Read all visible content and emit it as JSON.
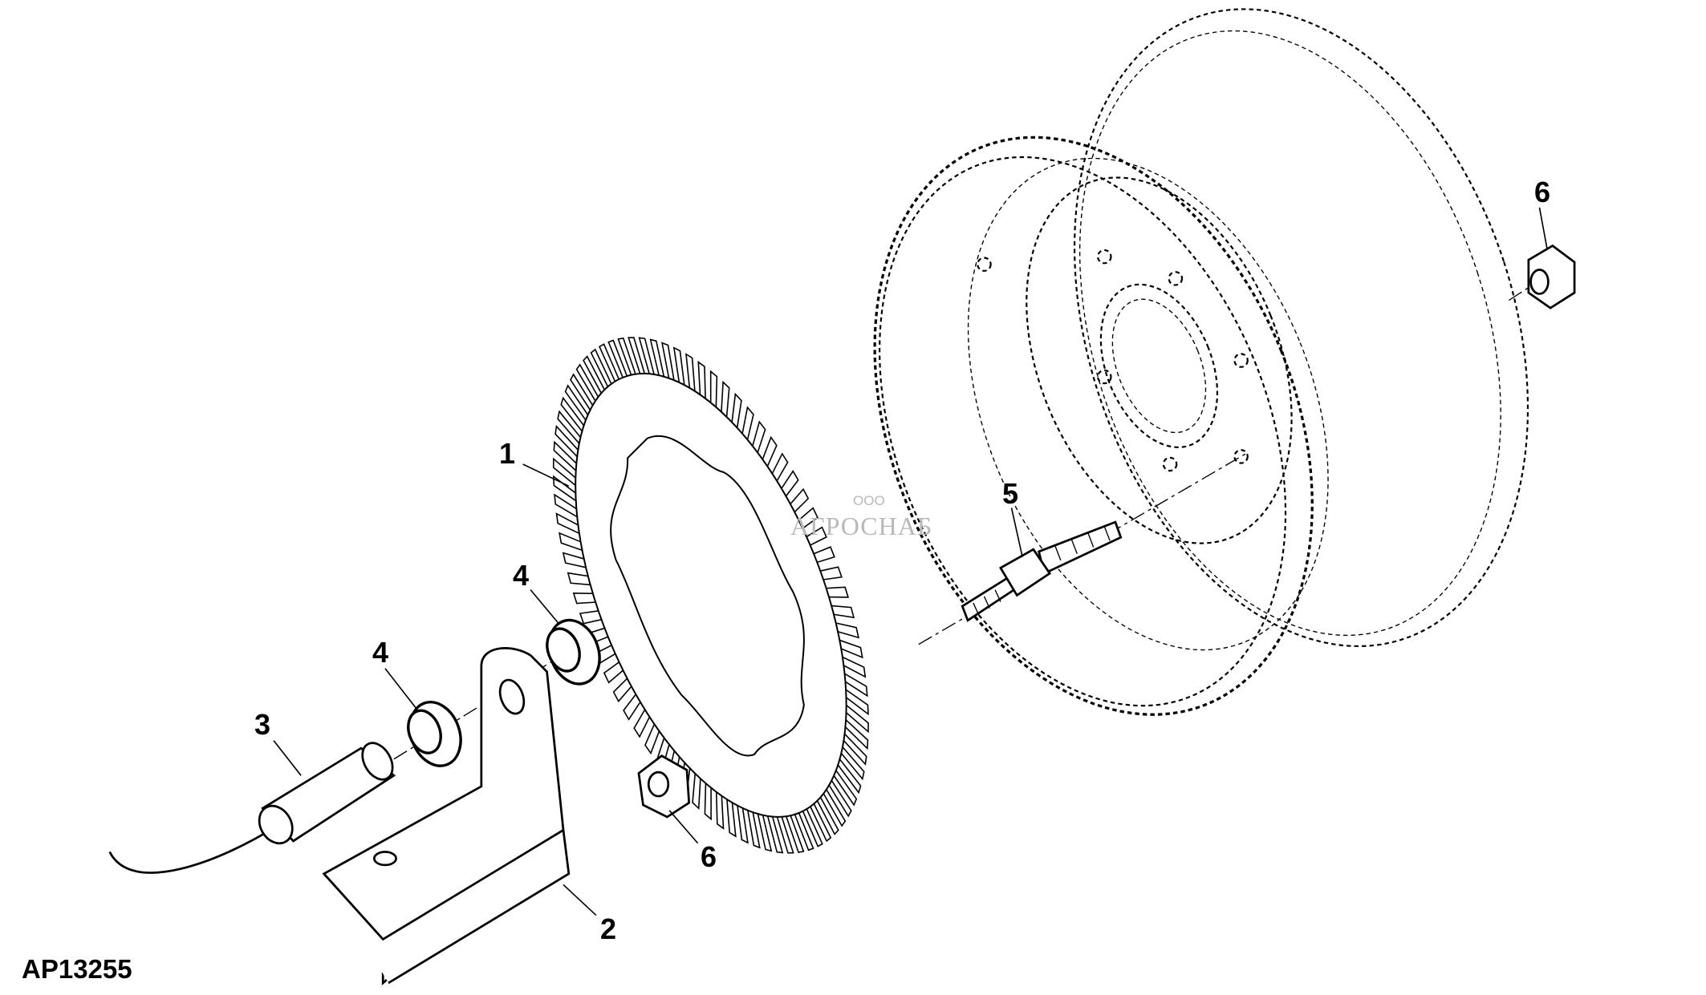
{
  "figure_id": "AP13255",
  "callouts": [
    {
      "label": "1",
      "part": "tone-wheel"
    },
    {
      "label": "2",
      "part": "bracket"
    },
    {
      "label": "3",
      "part": "speed-sensor"
    },
    {
      "label": "4",
      "part": "nut-left"
    },
    {
      "label": "4",
      "part": "nut-right"
    },
    {
      "label": "5",
      "part": "stud"
    },
    {
      "label": "6",
      "part": "wheel-nut-front"
    },
    {
      "label": "6",
      "part": "wheel-nut-rear"
    }
  ],
  "watermark": {
    "prefix": "ООО",
    "name": "АГРОСНАБ"
  },
  "colors": {
    "line": "#000000",
    "watermark": "#b8b8b8"
  }
}
